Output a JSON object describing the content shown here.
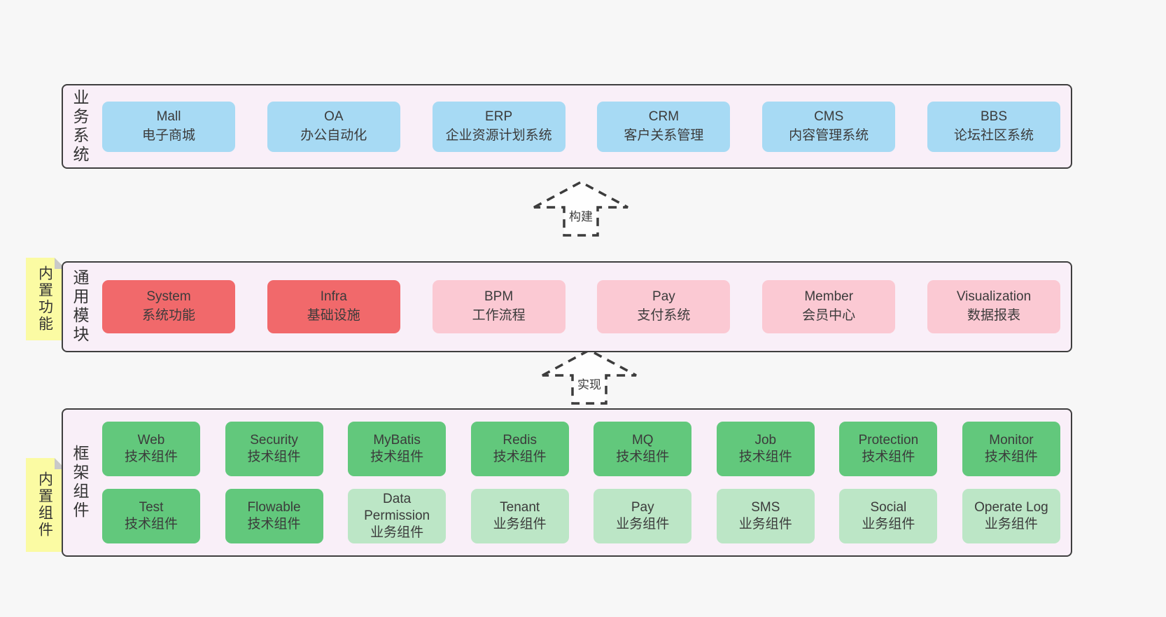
{
  "colors": {
    "page_bg": "#f7f7f7",
    "panel_bg": "#f9eff8",
    "panel_border": "#3f3f3f",
    "blue_box": "#a7daf4",
    "red_box": "#f1696b",
    "pink_box": "#fbc9d3",
    "green_box": "#62c87c",
    "light_green_box": "#bce6c6",
    "sticky_yellow": "#fbfba3",
    "text": "#3b3b3b"
  },
  "arrows": [
    {
      "label": "构建"
    },
    {
      "label": "实现"
    }
  ],
  "layers": {
    "business": {
      "side_label": "业务系统",
      "boxes": [
        {
          "name": "Mall",
          "desc": "电子商城",
          "variant": "blue"
        },
        {
          "name": "OA",
          "desc": "办公自动化",
          "variant": "blue"
        },
        {
          "name": "ERP",
          "desc": "企业资源计划系统",
          "variant": "blue"
        },
        {
          "name": "CRM",
          "desc": "客户关系管理",
          "variant": "blue"
        },
        {
          "name": "CMS",
          "desc": "内容管理系统",
          "variant": "blue"
        },
        {
          "name": "BBS",
          "desc": "论坛社区系统",
          "variant": "blue"
        }
      ]
    },
    "modules": {
      "side_label": "通用模块",
      "sticky": "内置功能",
      "boxes": [
        {
          "name": "System",
          "desc": "系统功能",
          "variant": "red"
        },
        {
          "name": "Infra",
          "desc": "基础设施",
          "variant": "red"
        },
        {
          "name": "BPM",
          "desc": "工作流程",
          "variant": "pink"
        },
        {
          "name": "Pay",
          "desc": "支付系统",
          "variant": "pink"
        },
        {
          "name": "Member",
          "desc": "会员中心",
          "variant": "pink"
        },
        {
          "name": "Visualization",
          "desc": "数据报表",
          "variant": "pink"
        }
      ]
    },
    "components": {
      "side_label": "框架组件",
      "sticky": "内置组件",
      "rows": [
        [
          {
            "name": "Web",
            "desc": "技术组件",
            "variant": "green"
          },
          {
            "name": "Security",
            "desc": "技术组件",
            "variant": "green"
          },
          {
            "name": "MyBatis",
            "desc": "技术组件",
            "variant": "green"
          },
          {
            "name": "Redis",
            "desc": "技术组件",
            "variant": "green"
          },
          {
            "name": "MQ",
            "desc": "技术组件",
            "variant": "green"
          },
          {
            "name": "Job",
            "desc": "技术组件",
            "variant": "green"
          },
          {
            "name": "Protection",
            "desc": "技术组件",
            "variant": "green"
          },
          {
            "name": "Monitor",
            "desc": "技术组件",
            "variant": "green"
          }
        ],
        [
          {
            "name": "Test",
            "desc": "技术组件",
            "variant": "green"
          },
          {
            "name": "Flowable",
            "desc": "技术组件",
            "variant": "green"
          },
          {
            "name": "Data Permission",
            "desc": "业务组件",
            "variant": "lightgreen"
          },
          {
            "name": "Tenant",
            "desc": "业务组件",
            "variant": "lightgreen"
          },
          {
            "name": "Pay",
            "desc": "业务组件",
            "variant": "lightgreen"
          },
          {
            "name": "SMS",
            "desc": "业务组件",
            "variant": "lightgreen"
          },
          {
            "name": "Social",
            "desc": "业务组件",
            "variant": "lightgreen"
          },
          {
            "name": "Operate Log",
            "desc": "业务组件",
            "variant": "lightgreen"
          }
        ]
      ]
    }
  }
}
